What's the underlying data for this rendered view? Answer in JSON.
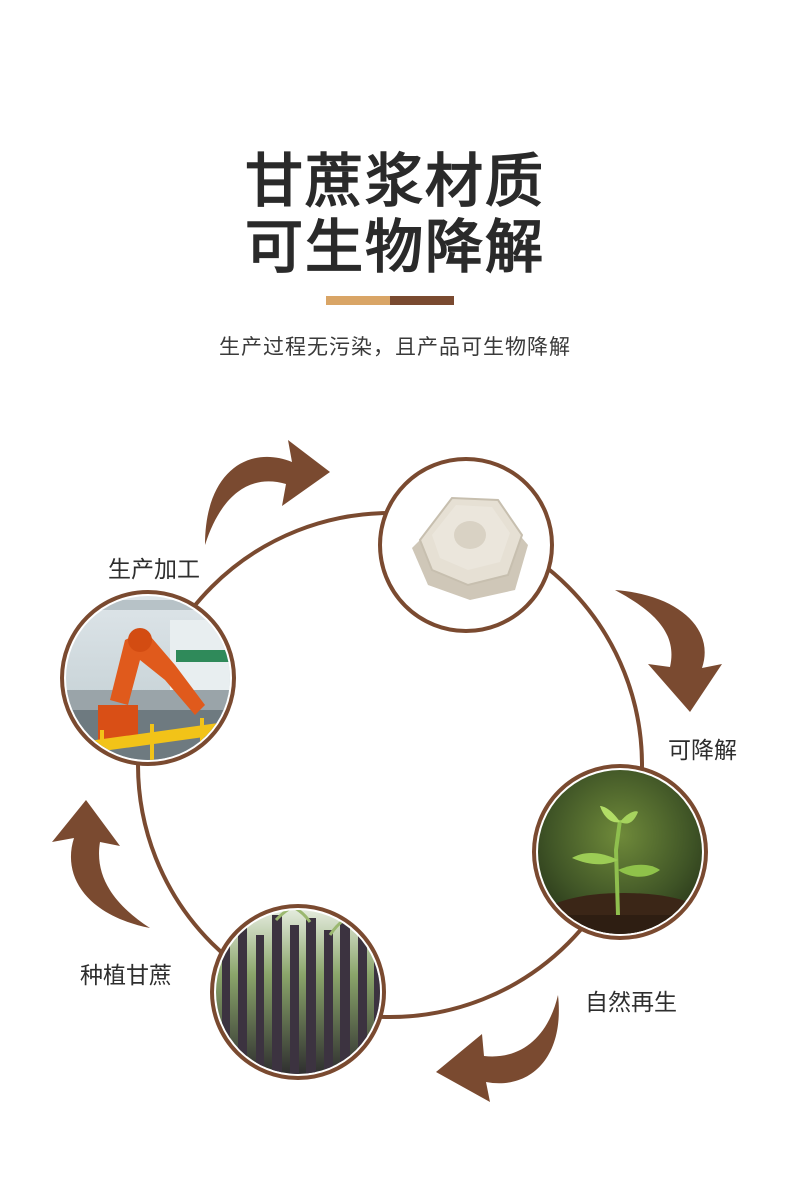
{
  "header": {
    "title_line1": "甘蔗浆材质",
    "title_line2": "可生物降解",
    "subtitle": "生产过程无污染，且产品可生物降解"
  },
  "cycle": {
    "stages": [
      {
        "label": "生产加工",
        "image": "factory-robot-arm"
      },
      {
        "label": "可降解",
        "image": "sugarcane-pulp-lid"
      },
      {
        "label": "自然再生",
        "image": "seedling-in-soil"
      },
      {
        "label": "种植甘蔗",
        "image": "sugarcane-field"
      }
    ]
  },
  "colors": {
    "title": "#2a2a2a",
    "accent_light": "#d9a566",
    "accent_dark": "#7a4a30",
    "ring": "#7a4a30",
    "arrow": "#7a4a30"
  }
}
